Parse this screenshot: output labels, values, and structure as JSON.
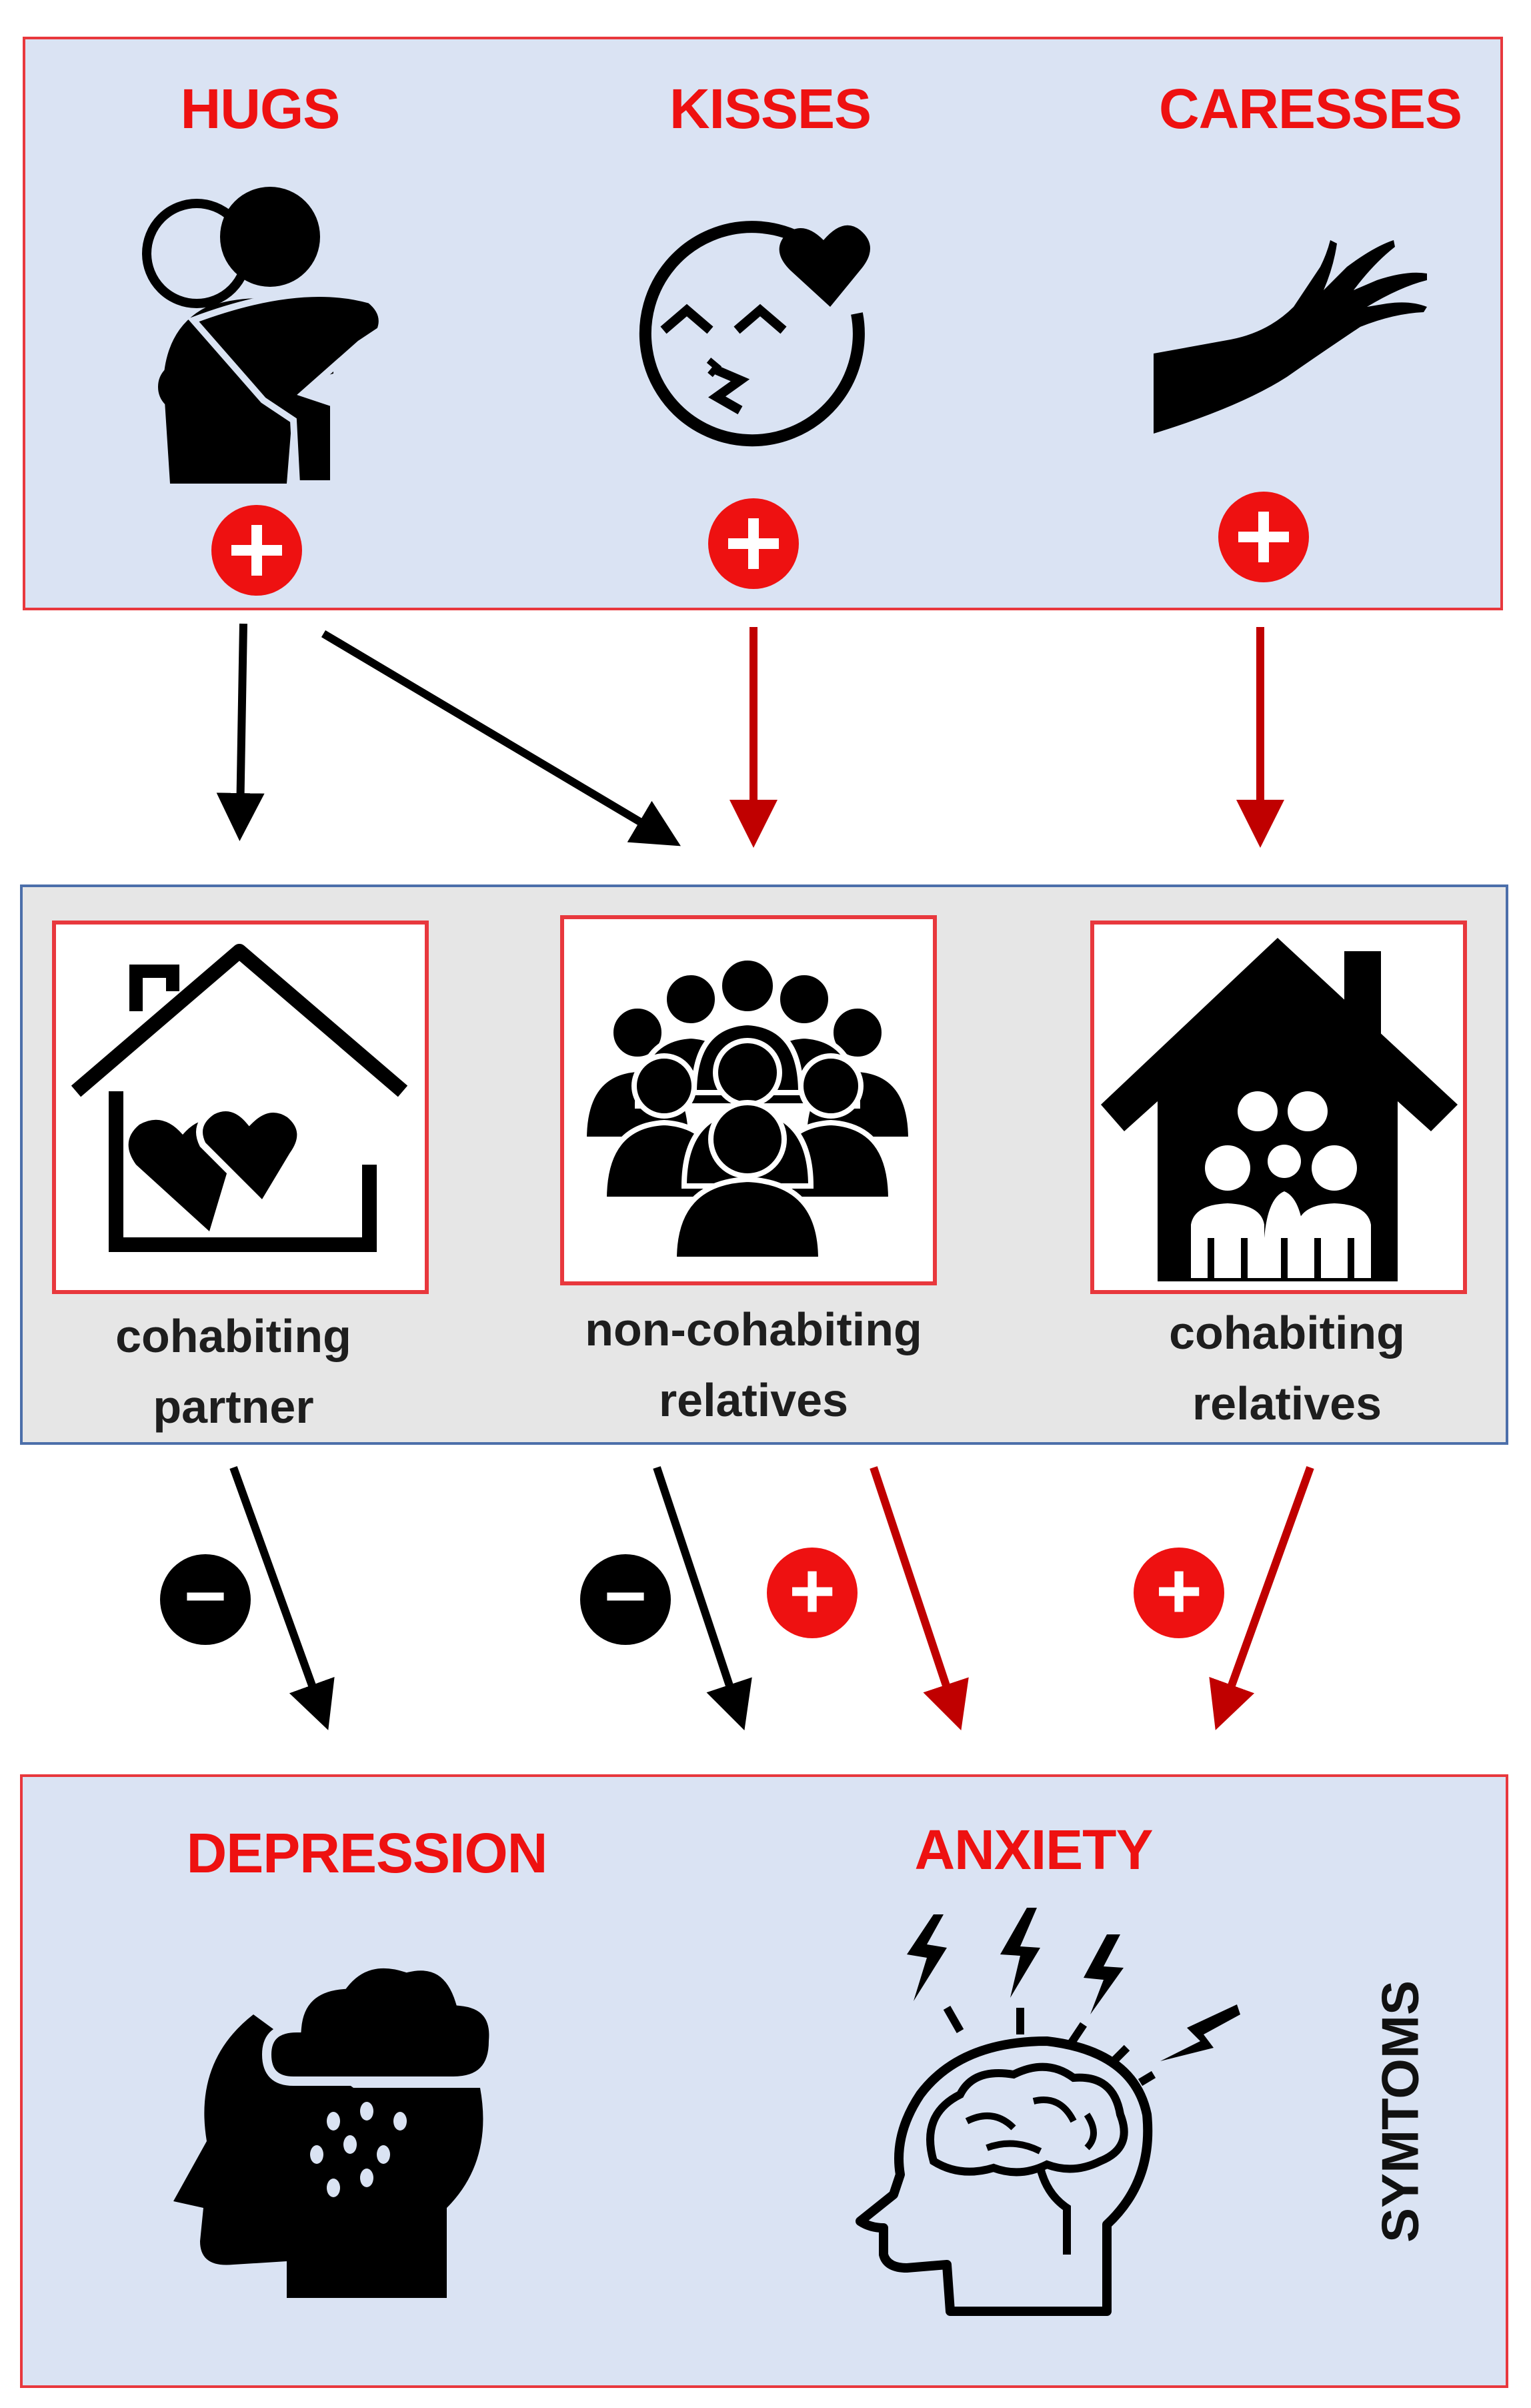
{
  "top": {
    "items": [
      {
        "label": "HUGS"
      },
      {
        "label": "KISSES"
      },
      {
        "label": "CARESSES"
      }
    ],
    "sign": "+"
  },
  "middle": {
    "items": [
      {
        "line1": "cohabiting",
        "line2": "partner"
      },
      {
        "line1": "non-cohabiting",
        "line2": "relatives"
      },
      {
        "line1": "cohabiting",
        "line2": "relatives"
      }
    ]
  },
  "effects": {
    "negative_sign": "−",
    "positive_sign": "+"
  },
  "bottom": {
    "depression": "DEPRESSION",
    "anxiety": "ANXIETY",
    "side_label": "SYMTOMS"
  },
  "colors": {
    "red": "#ee1111",
    "dark_red": "#c00000",
    "black": "#000000",
    "panel_blue": "#dae3f3",
    "panel_gray": "#e6e6e6"
  },
  "icons": [
    "hug-icon",
    "kiss-face-icon",
    "caress-hand-icon",
    "home-hearts-icon",
    "crowd-icon",
    "family-house-icon",
    "depression-head-icon",
    "anxiety-head-icon"
  ]
}
